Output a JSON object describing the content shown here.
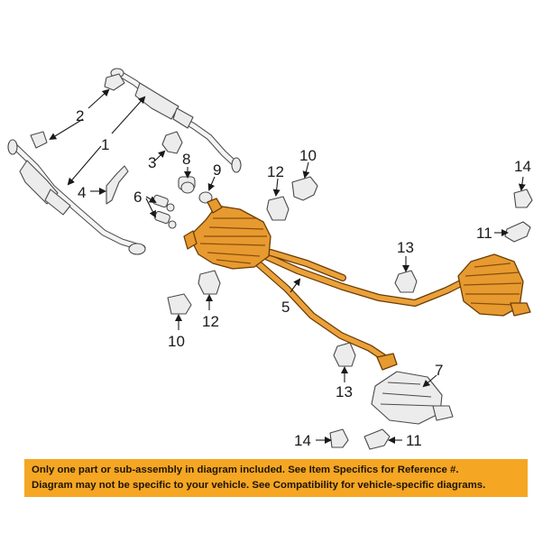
{
  "callouts": {
    "c1": "1",
    "c2": "2",
    "c3": "3",
    "c4": "4",
    "c5": "5",
    "c6": "6",
    "c7": "7",
    "c8": "8",
    "c9": "9",
    "c10a": "10",
    "c10b": "10",
    "c11a": "11",
    "c11b": "11",
    "c12a": "12",
    "c12b": "12",
    "c13a": "13",
    "c13b": "13",
    "c14a": "14",
    "c14b": "14"
  },
  "notice": {
    "line1": "Only one part or sub-assembly in diagram included. See Item Specifics for Reference #.",
    "line2": "Diagram may not be specific to your vehicle. See Compatibility for vehicle-specific diagrams."
  },
  "colors": {
    "highlight": "#e79a2f",
    "banner": "#f5a623",
    "outline": "#4a4a4a"
  }
}
